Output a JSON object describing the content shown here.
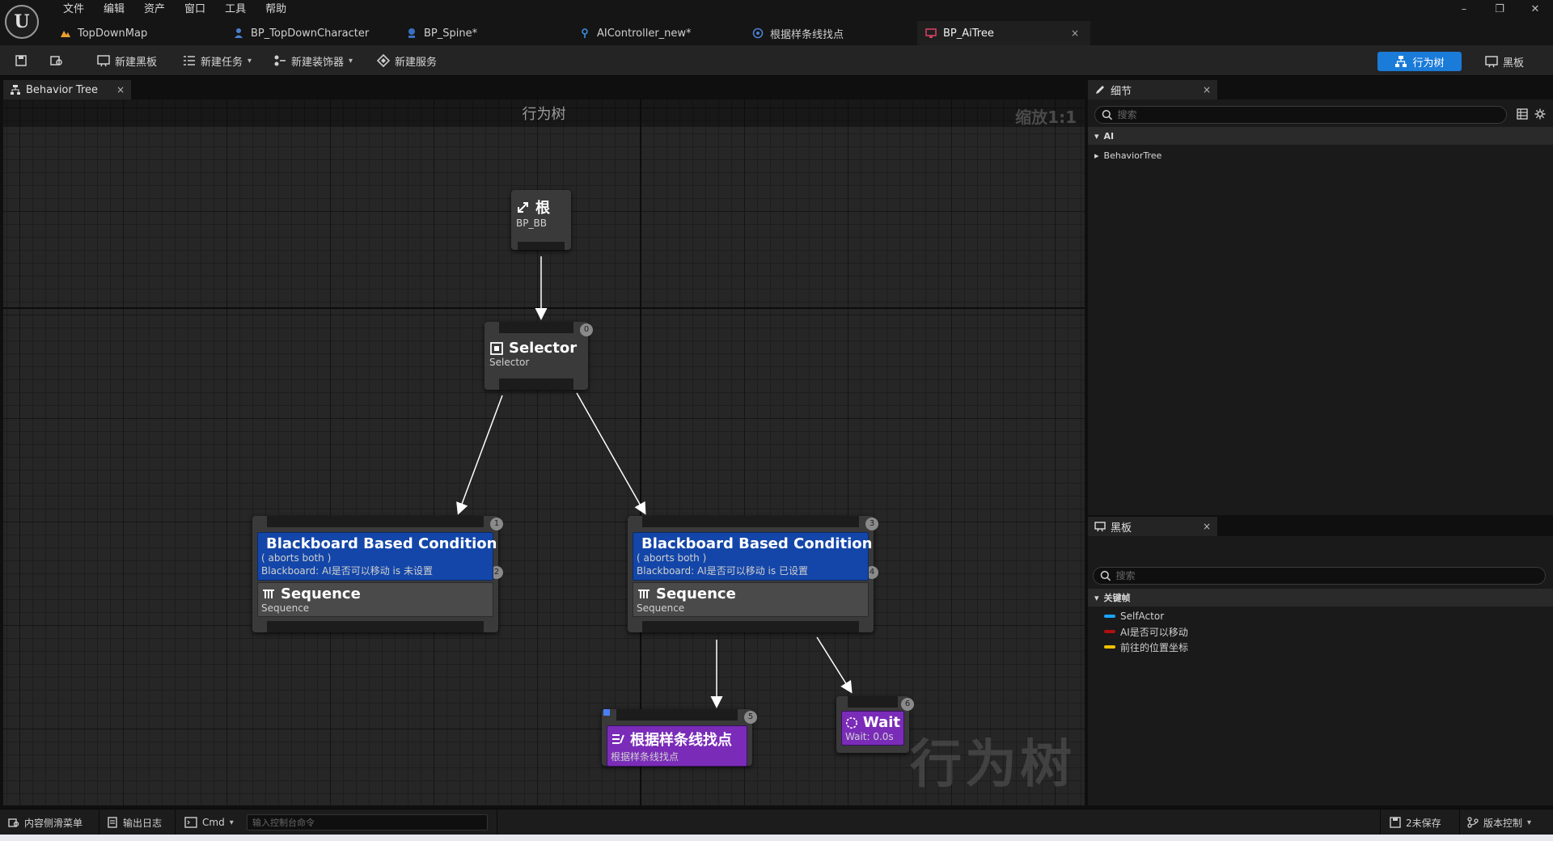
{
  "menu": [
    "文件",
    "编辑",
    "资产",
    "窗口",
    "工具",
    "帮助"
  ],
  "window_controls": {
    "minimize": "–",
    "restore": "❐",
    "close": "✕"
  },
  "doc_tabs": [
    {
      "label": "TopDownMap",
      "icon": "level-icon"
    },
    {
      "label": "BP_TopDownCharacter",
      "icon": "character-icon"
    },
    {
      "label": "BP_Spine*",
      "icon": "blueprint-icon"
    },
    {
      "label": "AIController_new*",
      "icon": "ai-controller-icon"
    },
    {
      "label": "根据样条线找点",
      "icon": "task-blueprint-icon"
    },
    {
      "label": "BP_AiTree",
      "icon": "behavior-tree-icon",
      "close": "×"
    }
  ],
  "toolbar": {
    "new_blackboard": "新建黑板",
    "new_task": "新建任务",
    "new_decorator": "新建装饰器",
    "new_service": "新建服务",
    "mode_behavior_tree": "行为树",
    "mode_blackboard": "黑板"
  },
  "graph": {
    "tab_label": "Behavior Tree",
    "tab_close": "×",
    "title": "行为树",
    "zoom": "缩放1:1",
    "watermark": "行为树",
    "nodes": {
      "root": {
        "title": "根",
        "subtitle": "BP_BB"
      },
      "selector": {
        "title": "Selector",
        "subtitle": "Selector",
        "order": "0"
      },
      "left": {
        "order": "1",
        "decorator_order": "2",
        "decorator_title": "Blackboard Based Condition",
        "decorator_line1": "( aborts both )",
        "decorator_line2": "Blackboard: AI是否可以移动 is 未设置",
        "composite_title": "Sequence",
        "composite_subtitle": "Sequence"
      },
      "right": {
        "order": "3",
        "decorator_order": "4",
        "decorator_title": "Blackboard Based Condition",
        "decorator_line1": "( aborts both )",
        "decorator_line2": "Blackboard: AI是否可以移动 is 已设置",
        "composite_title": "Sequence",
        "composite_subtitle": "Sequence"
      },
      "task_spline": {
        "title": "根据样条线找点",
        "subtitle": "根据样条线找点",
        "order": "5"
      },
      "task_wait": {
        "title": "Wait",
        "subtitle": "Wait: 0.0s",
        "order": "6"
      }
    }
  },
  "details": {
    "tab_label": "细节",
    "tab_close": "×",
    "search_placeholder": "搜索",
    "category": "AI",
    "row": "BehaviorTree"
  },
  "blackboard": {
    "tab_label": "黑板",
    "tab_close": "×",
    "search_placeholder": "搜索",
    "category": "关键帧",
    "keys": [
      {
        "name": "SelfActor",
        "color": "#1aa3ff"
      },
      {
        "name": "AI是否可以移动",
        "color": "#b01010"
      },
      {
        "name": "前往的位置坐标",
        "color": "#f0c000"
      }
    ]
  },
  "statusbar": {
    "content_drawer": "内容侧滑菜单",
    "output_log": "输出日志",
    "cmd": "Cmd",
    "console_placeholder": "输入控制台命令",
    "unsaved": "2未保存",
    "source_control": "版本控制"
  },
  "colors": {
    "accent": "#1a7bd9",
    "decorator_blue": "#1346a8",
    "task_purple": "#7a2cb8"
  }
}
